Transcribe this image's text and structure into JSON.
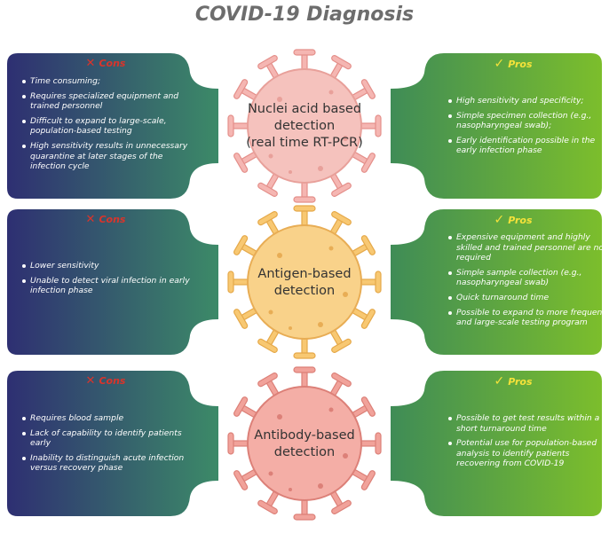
{
  "title": "COVID-19 Diagnosis",
  "colors": {
    "left_gradient_start": "#2e2f72",
    "left_gradient_end": "#3c8a68",
    "right_gradient_start": "#3f8c56",
    "right_gradient_end": "#7cbe2c",
    "virus_pink": "#f5b6b2",
    "virus_orange": "#f8c872",
    "virus_salmon": "#f1a29a",
    "cons_red": "#d9342b",
    "pros_yellow": "#f4e23a"
  },
  "labels": {
    "cons": "Cons",
    "pros": "Pros",
    "cons_icon": "✕",
    "pros_icon": "✓"
  },
  "methods": [
    {
      "name_lines": [
        "Nuclei acid based",
        "detection",
        "(real time RT-PCR)"
      ],
      "cons": [
        "Time consuming;",
        "Requires specialized equipment and trained personnel",
        "Difficult to expand to large-scale, population-based testing",
        "High sensitivity results in unnecessary quarantine at later stages of the infection cycle"
      ],
      "pros": [
        "High sensitivity and specificity;",
        "Simple specimen collection (e.g., nasopharyngeal swab);",
        "Early identification possible in the early infection phase"
      ]
    },
    {
      "name_lines": [
        "Antigen-based",
        "detection"
      ],
      "cons": [
        "Lower sensitivity",
        "Unable to detect viral infection in early infection phase"
      ],
      "pros": [
        "Expensive equipment and highly skilled and trained personnel are not required",
        "Simple sample collection (e.g., nasopharyngeal swab)",
        "Quick turnaround time",
        "Possible to expand to more frequent and large-scale testing program"
      ]
    },
    {
      "name_lines": [
        "Antibody-based",
        "detection"
      ],
      "cons": [
        "Requires blood sample",
        "Lack of capability to identify patients early",
        "Inability to distinguish acute infection versus recovery phase"
      ],
      "pros": [
        "Possible to get test results within a short turnaround time",
        "Potential use for population-based analysis to identify patients recovering from COVID-19"
      ]
    }
  ]
}
